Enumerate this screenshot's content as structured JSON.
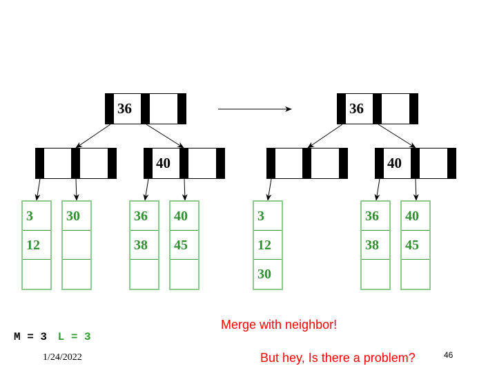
{
  "slide": {
    "page_number": "46",
    "date": "1/24/2022",
    "params": {
      "m_label": "M = 3",
      "l_label": "L = 3"
    },
    "caption_merge": "Merge with neighbor!",
    "caption_question": "But hey, Is there a problem?"
  },
  "colors": {
    "leaf_text": "#2f8f2f",
    "leaf_border": "#8cc98c",
    "caption": "#ff0000",
    "node_bar": "#000000"
  },
  "before_tree": {
    "root": {
      "keys": [
        "36",
        ""
      ]
    },
    "internal": [
      {
        "keys": [
          "",
          ""
        ]
      },
      {
        "keys": [
          "40",
          ""
        ]
      }
    ],
    "leaves": [
      {
        "values": [
          "3",
          "12",
          ""
        ]
      },
      {
        "values": [
          "30",
          "",
          ""
        ]
      },
      {
        "values": [
          "36",
          "38",
          ""
        ]
      },
      {
        "values": [
          "40",
          "45",
          ""
        ]
      }
    ]
  },
  "after_tree": {
    "root": {
      "keys": [
        "36",
        ""
      ]
    },
    "internal": [
      {
        "keys": [
          "",
          ""
        ]
      },
      {
        "keys": [
          "40",
          ""
        ]
      }
    ],
    "leaves": [
      {
        "values": [
          "3",
          "12",
          "30"
        ]
      },
      {
        "values": [
          "36",
          "38",
          ""
        ]
      },
      {
        "values": [
          "40",
          "45",
          ""
        ]
      }
    ]
  }
}
